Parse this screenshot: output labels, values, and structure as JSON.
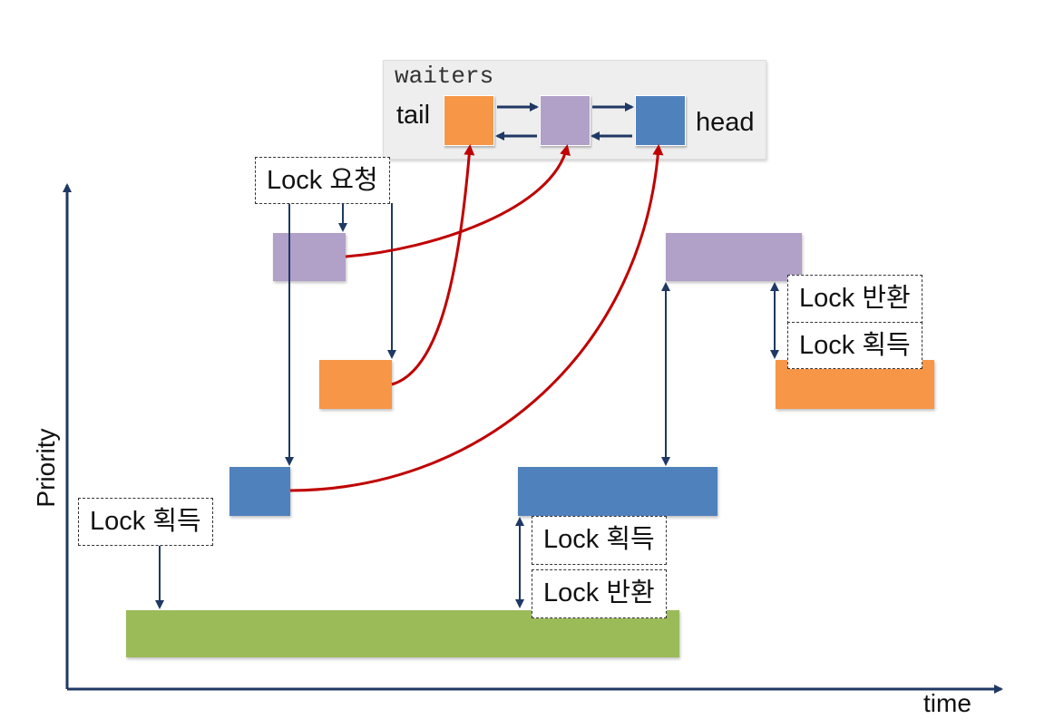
{
  "waiters": {
    "title": "waiters",
    "tail_label": "tail",
    "head_label": "head",
    "queue_colors": [
      "#f79646",
      "#b1a0c7",
      "#4f81bd"
    ]
  },
  "tags": {
    "lock_request": "Lock 요청",
    "lock_acquire": "Lock 획득",
    "lock_release": "Lock 반환"
  },
  "axes": {
    "y_label": "Priority",
    "x_label": "time"
  },
  "colors": {
    "green": "#9bbb59",
    "blue": "#4f81bd",
    "orange": "#f79646",
    "purple": "#b1a0c7",
    "nav_arrow": "#1f3864",
    "wait_link": "#c00000"
  }
}
